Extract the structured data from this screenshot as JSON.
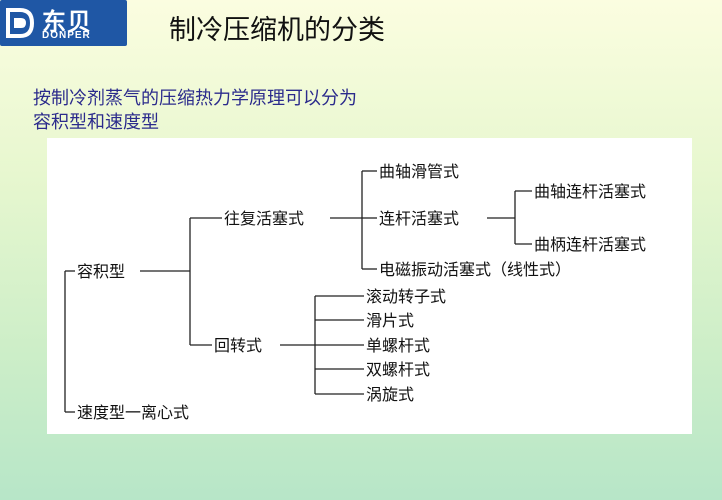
{
  "logo": {
    "cn": "东贝",
    "en": "DONPER"
  },
  "title": "制冷压缩机的分类",
  "intro": {
    "line1": "按制冷剂蒸气的压缩热力学原理可以分为",
    "line2": "容积型和速度型"
  },
  "diagram": {
    "root_volume": "容积型",
    "reciprocating": "往复活塞式",
    "crank_slide_tube": "曲轴滑管式",
    "connecting_rod": "连杆活塞式",
    "crank_connecting_rod": "曲轴连杆活塞式",
    "crank_handle_rod": "曲柄连杆活塞式",
    "electromagnetic": "电磁振动活塞式（线性式）",
    "rotary": "回转式",
    "rolling_rotor": "滚动转子式",
    "sliding_vane": "滑片式",
    "single_screw": "单螺杆式",
    "twin_screw": "双螺杆式",
    "scroll": "涡旋式",
    "velocity": "速度型一离心式"
  }
}
